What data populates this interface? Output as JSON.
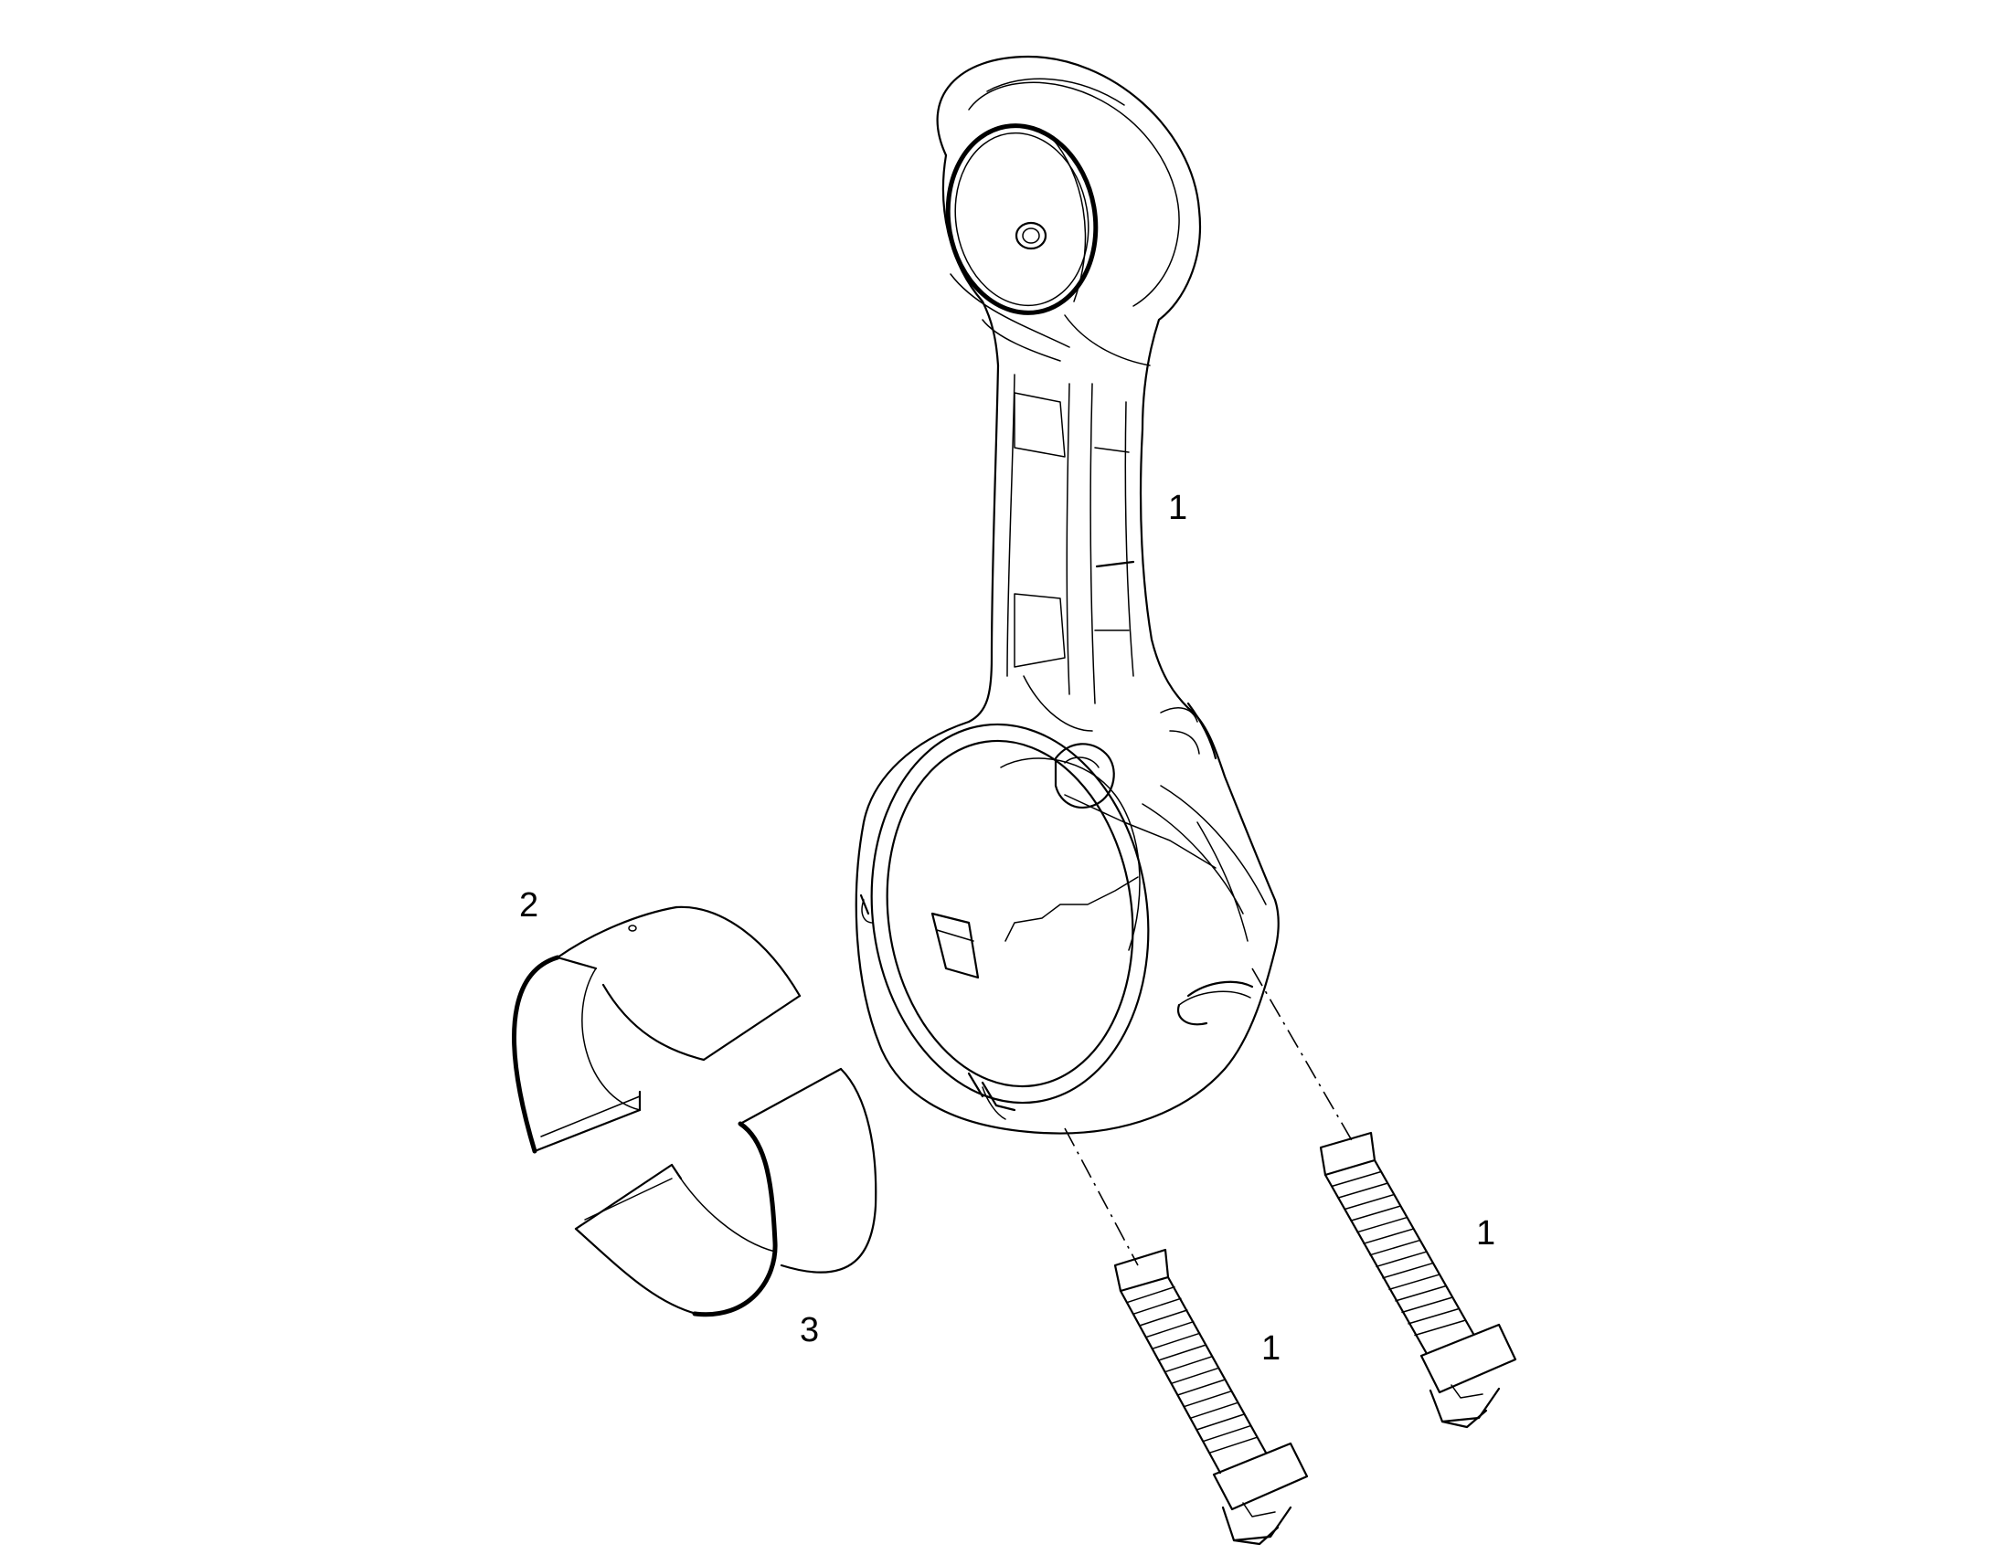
{
  "diagram": {
    "callouts": [
      {
        "id": "rod",
        "label": "1"
      },
      {
        "id": "upper-bearing",
        "label": "2"
      },
      {
        "id": "lower-bearing",
        "label": "3"
      },
      {
        "id": "bolt-right",
        "label": "1"
      },
      {
        "id": "bolt-left",
        "label": "1"
      }
    ]
  }
}
